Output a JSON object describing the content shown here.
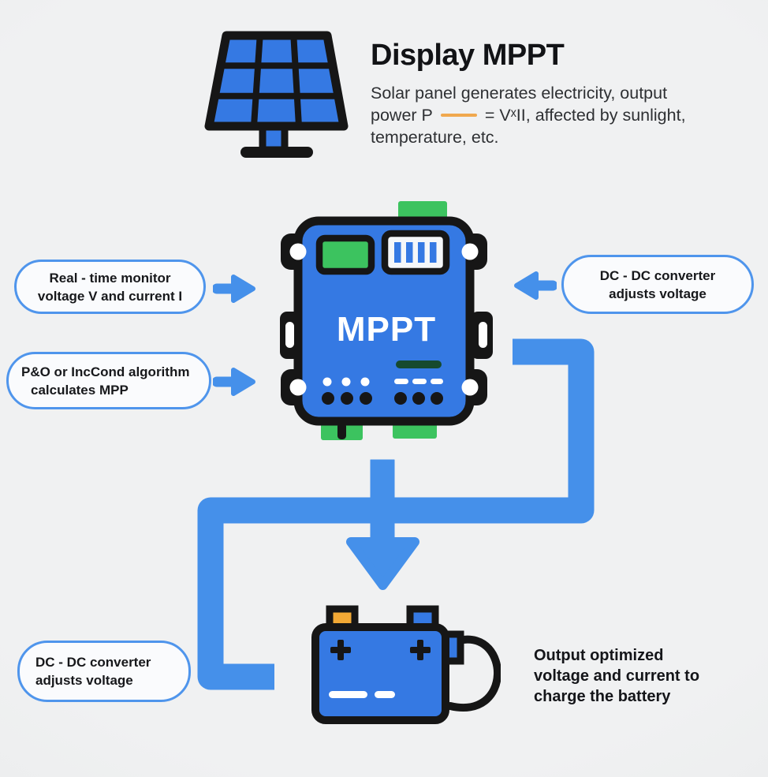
{
  "header": {
    "title": "Display MPPT",
    "subtitle_line1": "Solar panel generates electricity, output",
    "subtitle_line2_pre": "power P",
    "subtitle_line2_post": "= VˣII, affected by sunlight,",
    "subtitle_line3": "temperature, etc."
  },
  "device": {
    "label": "MPPT"
  },
  "pills": {
    "monitor": {
      "line1": "Real - time monitor",
      "line2": "voltage V and current I"
    },
    "algorithm": {
      "line1": "P&O or IncCond algorithm",
      "line2": "calculates MPP"
    },
    "converter_right": {
      "line1": "DC - DC converter",
      "line2": "adjusts voltage"
    },
    "converter_left": {
      "line1": "DC - DC converter",
      "line2": "adjusts voltage"
    }
  },
  "output_note": {
    "line1": "Output optimized",
    "line2": "voltage and current to",
    "line3": "charge the battery"
  },
  "icons": {
    "solar_panel": "solar-panel-icon",
    "mppt_controller": "mppt-controller-icon",
    "battery": "battery-icon",
    "flow_arrows": "flow-pipe-and-down-arrow",
    "input_arrows": "arrow-right-icon / arrow-left-icon"
  },
  "colors": {
    "background": "#eef0f1",
    "pipe_blue": "#4590ea",
    "fill_blue": "#3579e3",
    "green": "#3cc35f",
    "dark_green": "#164a2e",
    "orange_terminal": "#f2a935",
    "orange_dash": "#f0a84e",
    "pill_border": "#4f95ec",
    "pill_background": "#fafbfd",
    "outline_black": "#161616",
    "text_dark": "#141519",
    "white": "#ffffff"
  }
}
